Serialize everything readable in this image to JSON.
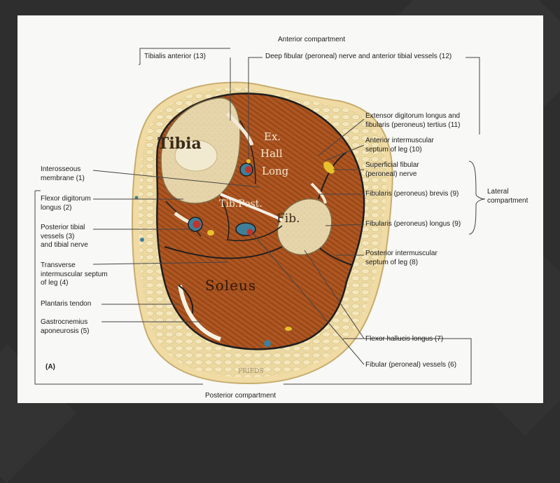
{
  "figure": {
    "title_top": "Anterior compartment",
    "title_bottom": "Posterior compartment",
    "panel_label": "(A)",
    "signature": "FRIEDS",
    "colors": {
      "background": "#f8f8f6",
      "skin": "#f0d9a0",
      "fat": "#e9d69c",
      "muscle": "#a8521f",
      "muscle_dark": "#7a3510",
      "bone": "#e4d3a8",
      "artery": "#c0342b",
      "vein": "#3f7f99",
      "nerve": "#e7c22b"
    }
  },
  "bone_labels": {
    "tibia": "Tibia",
    "fibula": "Fib.",
    "ext_hall_long": [
      "Ex.",
      "Hall",
      "Long"
    ],
    "tib_post": "Tib.Post.",
    "soleus": "Soleus"
  },
  "labels_left": {
    "interosseous": [
      "Interosseous",
      "membrane (1)"
    ],
    "flexor_digitorum": [
      "Flexor digitorum",
      "longus (2)"
    ],
    "posterior_tibial": [
      "Posterior tibial",
      "vessels (3)",
      "and tibial nerve"
    ],
    "transverse": [
      "Transverse",
      "intermuscular septum",
      "of leg (4)"
    ],
    "plantaris": "Plantaris tendon",
    "gastrocnemius": [
      "Gastrocnemius",
      "aponeurosis (5)"
    ]
  },
  "labels_top": {
    "tibialis_anterior": "Tibialis anterior (13)",
    "deep_fibular": "Deep fibular (peroneal) nerve and anterior tibial vessels (12)"
  },
  "labels_right": {
    "extensor_digitorum": [
      "Extensor digitorum longus and",
      "fibularis (peroneus) tertius (11)"
    ],
    "anterior_septum": [
      "Anterior intermuscular",
      "septum of leg (10)"
    ],
    "superficial_fibular": [
      "Superficial fibular",
      "(peroneal) nerve"
    ],
    "fibularis_brevis": "Fibularis (peroneus) brevis (9)",
    "fibularis_longus": "Fibularis (peroneus) longus (9)",
    "posterior_septum": [
      "Posterior intermuscular",
      "septum of leg (8)"
    ],
    "flexor_hallucis": "Flexor hallucis longus (7)",
    "fibular_vessels": "Fibular (peroneal) vessels (6)",
    "lateral_compartment": [
      "Lateral",
      "compartment"
    ]
  }
}
